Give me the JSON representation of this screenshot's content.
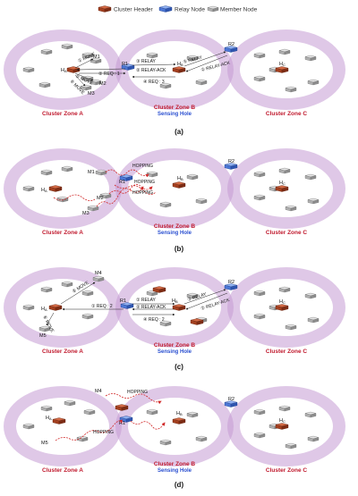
{
  "legend": {
    "cluster_header": "Cluster Header",
    "relay_node": "Relay Node",
    "member_node": "Member Node"
  },
  "colors": {
    "ring_fill": "#b07cc6",
    "ring_inner": "#ffffff",
    "header": "#b04a2a",
    "relay": "#3f6fd1",
    "member": "#bdbdbd",
    "zone_text": "#c0192d",
    "hole_text": "#2a4fd0",
    "hop_path": "#d12a2a"
  },
  "zones": {
    "a": "Cluster Zone A",
    "b": "Cluster Zone B",
    "c": "Cluster Zone C",
    "hole": "Sensing Hole"
  },
  "panels": [
    {
      "label": "(a)",
      "nodes": {
        "ha": "H",
        "ha_sub": "A",
        "hb": "H",
        "hb_sub": "B",
        "hc": "H",
        "hc_sub": "C",
        "r1": "R1",
        "r2": "R2",
        "m1": "M1",
        "m2": "M2",
        "m3": "M3"
      },
      "messages": [
        "① MOVE",
        "⑤ MOVE",
        "⑥ MOVE",
        "③ RELAY",
        "⑤ RELAY",
        "② REQ : 1",
        "② RELAY-ACK",
        "④ REQ : 3",
        "② RELAY-ACK",
        "⑥ RELAY"
      ]
    },
    {
      "label": "(b)",
      "nodes": {
        "ha": "H",
        "ha_sub": "A",
        "hb": "H",
        "hb_sub": "B",
        "hc": "H",
        "hc_sub": "C",
        "r1": "R1",
        "r2": "R2",
        "m1": "M1",
        "m2": "M2",
        "m3": "M3"
      },
      "hops": [
        "HOPPING",
        "HOPPING",
        "HOPPING"
      ]
    },
    {
      "label": "(c)",
      "nodes": {
        "ha": "H",
        "ha_sub": "A",
        "hb": "H",
        "hb_sub": "B",
        "hc": "H",
        "hc_sub": "C",
        "r1": "R1",
        "r2": "R2",
        "m4": "M4",
        "m5": "M5"
      },
      "messages": [
        "⑤ MOVE",
        "⑥ MOVE",
        "① RELAY",
        "② RELAY-ACK",
        "① REQ : 2",
        "④ REQ : 2",
        "③ RELAY",
        "② RELAY-ACK"
      ]
    },
    {
      "label": "(d)",
      "nodes": {
        "ha": "H",
        "ha_sub": "A",
        "hb": "H",
        "hb_sub": "B",
        "hc": "H",
        "hc_sub": "C",
        "r1": "R1",
        "r2": "R2",
        "m4": "M4",
        "m5": "M5"
      },
      "hops": [
        "HOPPING",
        "HOPPING"
      ]
    }
  ]
}
